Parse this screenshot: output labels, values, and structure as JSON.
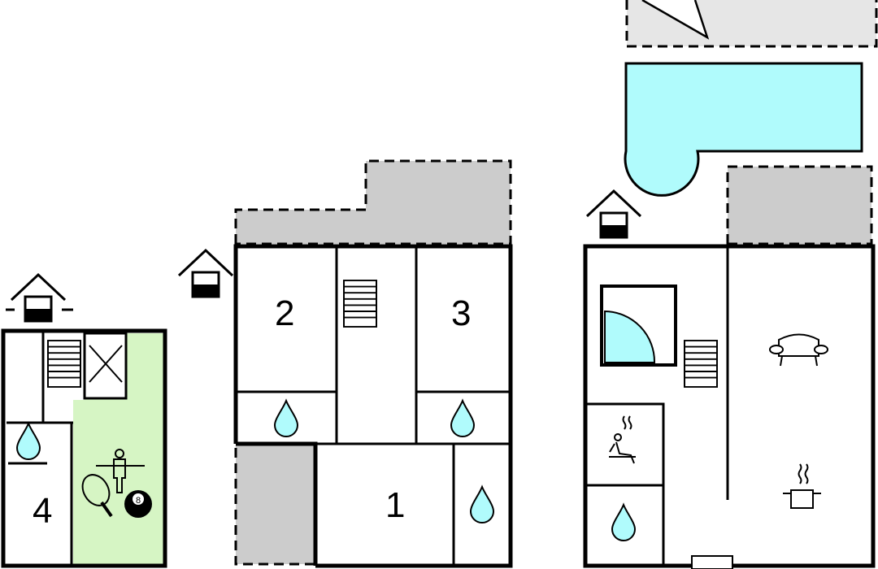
{
  "colors": {
    "wall": "#000000",
    "terrace": "#cccccc",
    "pool": "#b0fbfc",
    "water": "#b0fbfc",
    "games_room": "#d6f5c4",
    "background": "#ffffff"
  },
  "floors": [
    {
      "id": "basement",
      "rooms": [
        {
          "number": "4",
          "type": "bedroom"
        },
        {
          "type": "games-room",
          "icons": [
            "table-football-icon",
            "table-tennis-icon",
            "billiards-icon"
          ]
        },
        {
          "type": "bathroom",
          "icons": [
            "water-drop-icon"
          ]
        },
        {
          "type": "stairs"
        },
        {
          "type": "void"
        }
      ]
    },
    {
      "id": "upper-floor",
      "rooms": [
        {
          "number": "2",
          "type": "bedroom"
        },
        {
          "number": "3",
          "type": "bedroom"
        },
        {
          "number": "1",
          "type": "bedroom"
        },
        {
          "type": "bathroom",
          "icons": [
            "water-drop-icon"
          ]
        },
        {
          "type": "bathroom",
          "icons": [
            "water-drop-icon"
          ]
        },
        {
          "type": "bathroom",
          "icons": [
            "water-drop-icon"
          ]
        },
        {
          "type": "stairs"
        },
        {
          "type": "terrace"
        }
      ]
    },
    {
      "id": "ground-floor",
      "rooms": [
        {
          "type": "living-room",
          "icons": [
            "sofa-icon",
            "cooking-pot-icon"
          ]
        },
        {
          "type": "sauna",
          "icons": [
            "sauna-icon"
          ]
        },
        {
          "type": "bathroom",
          "icons": [
            "water-drop-icon"
          ]
        },
        {
          "type": "whirlpool"
        },
        {
          "type": "stairs"
        },
        {
          "type": "terrace"
        },
        {
          "type": "swimming-pool"
        }
      ]
    }
  ],
  "labels": {
    "room4": "4",
    "room2": "2",
    "room3": "3",
    "room1": "1",
    "billiard_ball": "8"
  }
}
